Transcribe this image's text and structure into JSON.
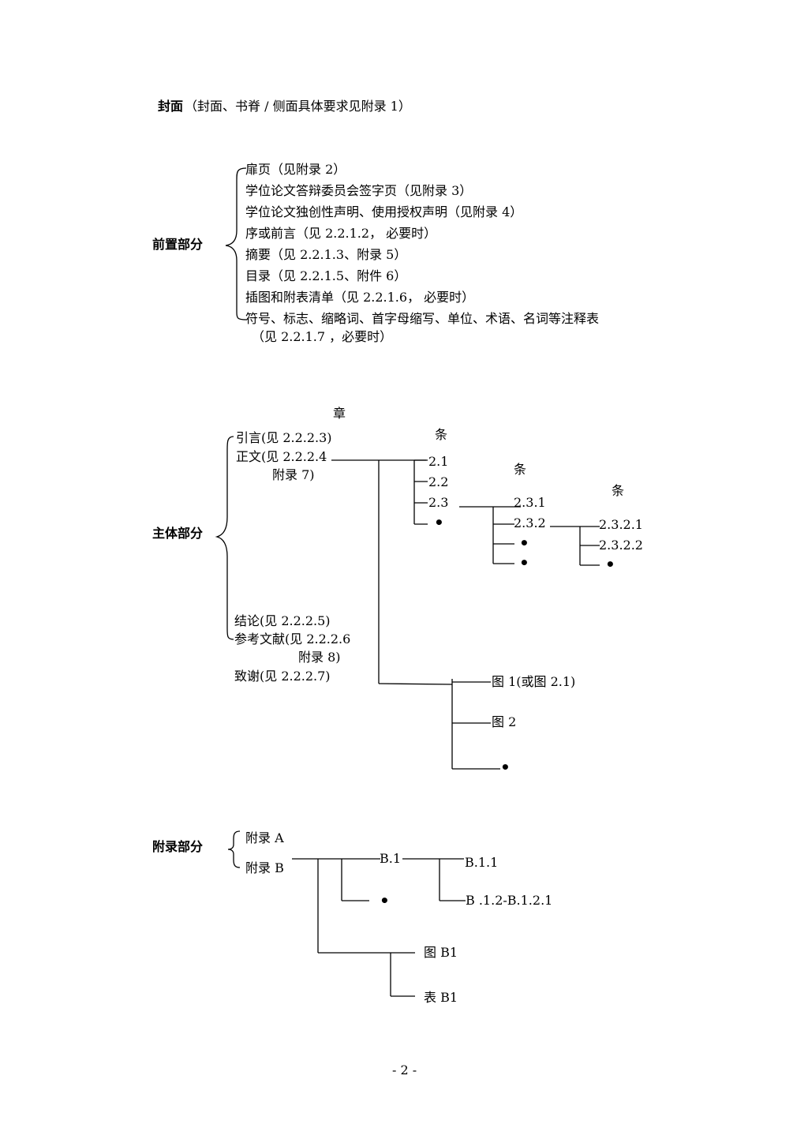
{
  "cover": {
    "label": "封面",
    "note": "（封面、书脊 / 侧面具体要求见附录 1）"
  },
  "front": {
    "label": "前置部分",
    "items": [
      "扉页（见附录 2）",
      "学位论文答辩委员会签字页（见附录 3）",
      "学位论文独创性声明、使用授权声明（见附录 4）",
      "序或前言（见 2.2.1.2，  必要时）",
      "摘要（见 2.2.1.3、附录 5）",
      "目录（见 2.2.1.5、附件 6）",
      "插图和附表清单（见 2.2.1.6，  必要时）",
      "符号、标志、缩略词、首字母缩写、单位、术语、名词等注释表",
      "（见 2.2.1.7 ，必要时）"
    ]
  },
  "main": {
    "label": "主体部分",
    "level_chapter": "章",
    "level_section1": "条",
    "level_section2": "条",
    "level_section3": "条",
    "intro": "引言(见 2.2.2.3)",
    "body_line1": "正文(见 2.2.2.4",
    "body_line2": "附录 7)",
    "conclusion": "结论(见 2.2.2.5)",
    "refs_line1": "参考文献(见 2.2.2.6",
    "refs_line2": "附录 8)",
    "thanks": "致谢(见 2.2.2.7)",
    "sections": [
      "2.1",
      "2.2",
      "2.3",
      "•"
    ],
    "subsections": [
      "2.3.1",
      "2.3.2",
      "•",
      "•"
    ],
    "subsubsections": [
      "2.3.2.1",
      "2.3.2.2",
      "•"
    ],
    "figures": [
      "图 1(或图 2.1)",
      "图 2",
      "•"
    ]
  },
  "appendix": {
    "label": "附录部分",
    "a": "附录 A",
    "b": "附录 B",
    "b1": "B.1",
    "b_dot": "•",
    "b11": "B.1.1",
    "b12": "B .1.2-B.1.2.1",
    "fig": "图 B1",
    "table": "表 B1"
  },
  "page_number": "- 2 -"
}
